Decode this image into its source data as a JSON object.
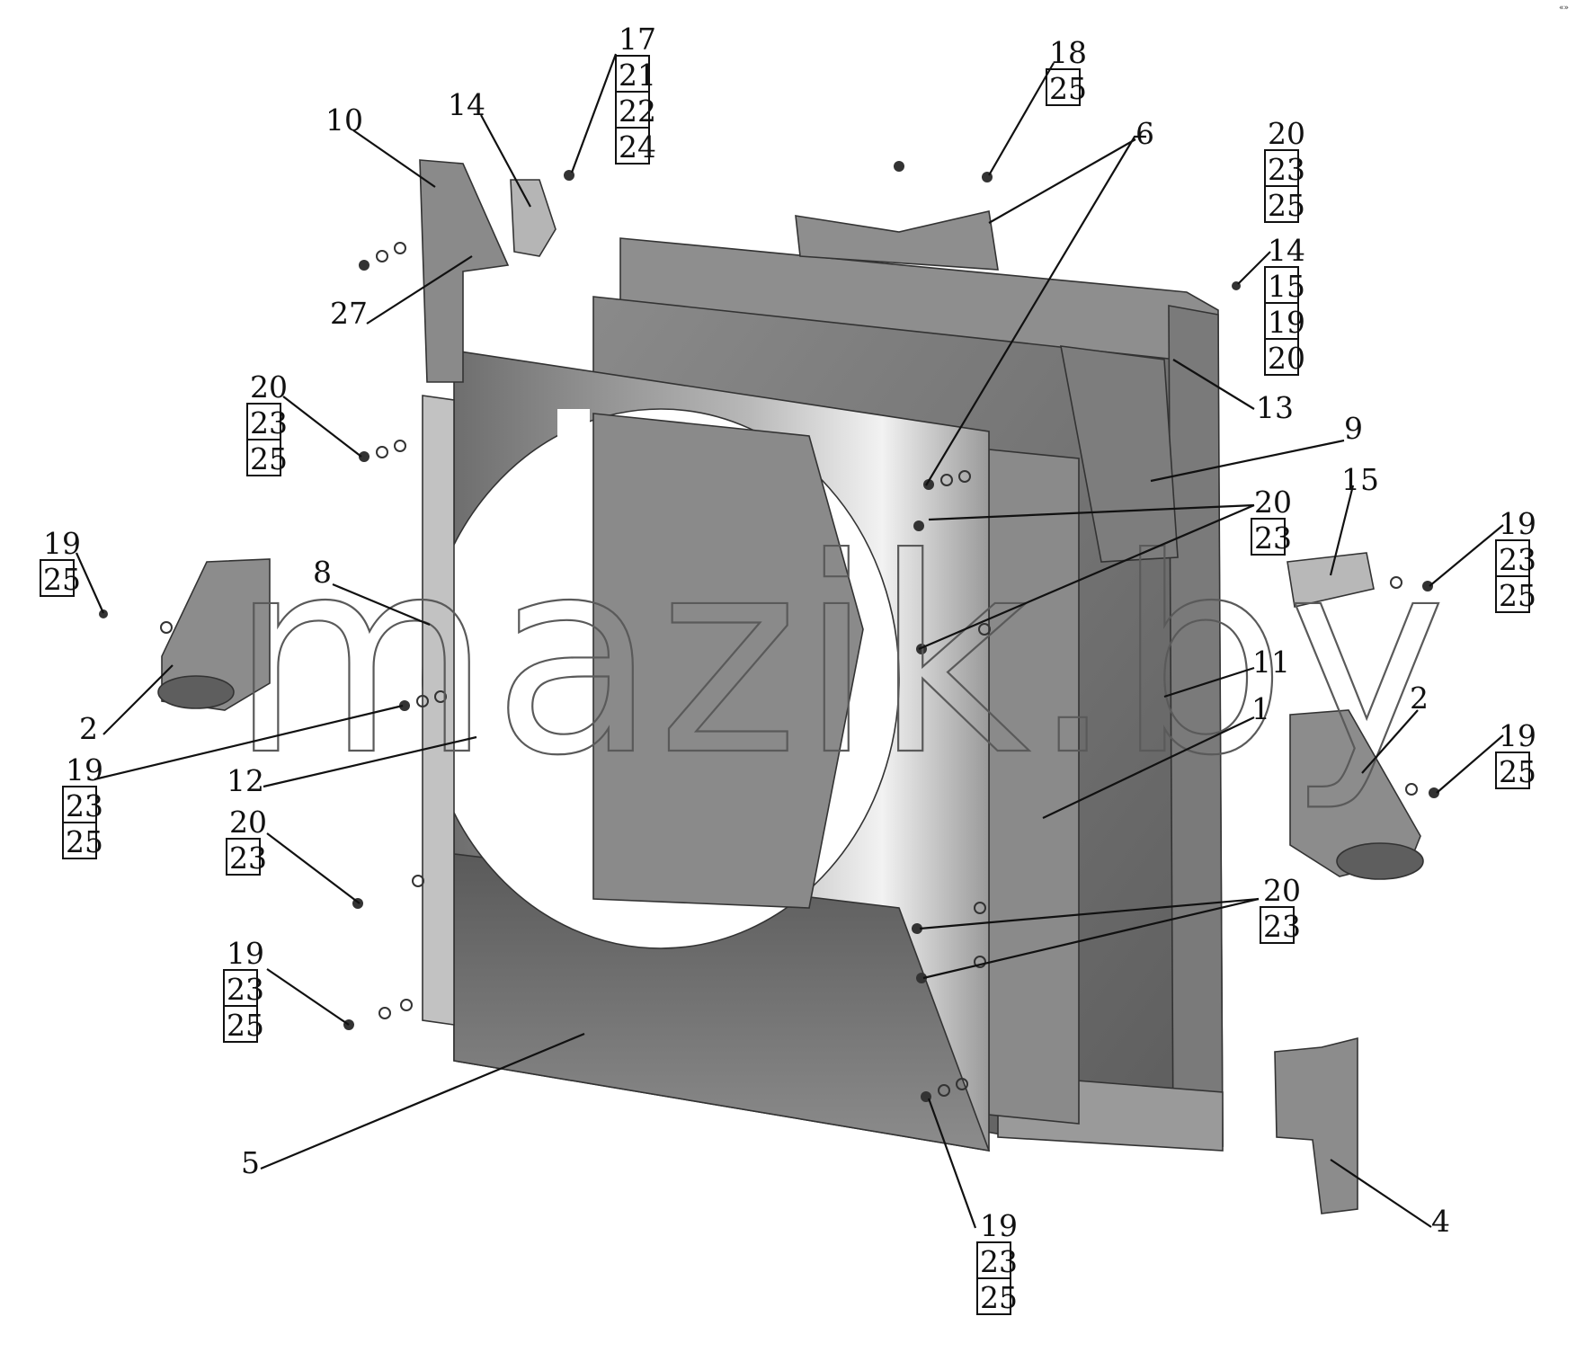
{
  "watermark": "mazik.by",
  "corner_mark": "«»",
  "callouts": [
    {
      "id": "c1",
      "lines": [
        "17",
        "21",
        "22",
        "24"
      ]
    },
    {
      "id": "c2",
      "lines": [
        "18",
        "25"
      ]
    },
    {
      "id": "c3",
      "lines": [
        "20",
        "23",
        "25"
      ]
    },
    {
      "id": "c4",
      "lines": [
        "14",
        "15",
        "19",
        "20"
      ]
    },
    {
      "id": "c5",
      "lines": [
        "20",
        "23",
        "25"
      ]
    },
    {
      "id": "c6",
      "lines": [
        "19",
        "25"
      ]
    },
    {
      "id": "c7",
      "lines": [
        "20",
        "23"
      ]
    },
    {
      "id": "c8",
      "lines": [
        "19",
        "23",
        "25"
      ]
    },
    {
      "id": "c9",
      "lines": [
        "19",
        "23",
        "25"
      ]
    },
    {
      "id": "c10",
      "lines": [
        "20",
        "23"
      ]
    },
    {
      "id": "c11",
      "lines": [
        "19",
        "25"
      ]
    },
    {
      "id": "c12",
      "lines": [
        "20",
        "23"
      ]
    },
    {
      "id": "c13",
      "lines": [
        "19",
        "23",
        "25"
      ]
    },
    {
      "id": "c14",
      "lines": [
        "19",
        "23",
        "25"
      ]
    }
  ],
  "part_numbers": {
    "n10": "10",
    "n14": "14",
    "n6": "6",
    "n27": "27",
    "n13": "13",
    "n9": "9",
    "n15": "15",
    "n8": "8",
    "n11": "11",
    "n1": "1",
    "n2L": "2",
    "n2R": "2",
    "n12": "12",
    "n5": "5",
    "n4": "4"
  }
}
